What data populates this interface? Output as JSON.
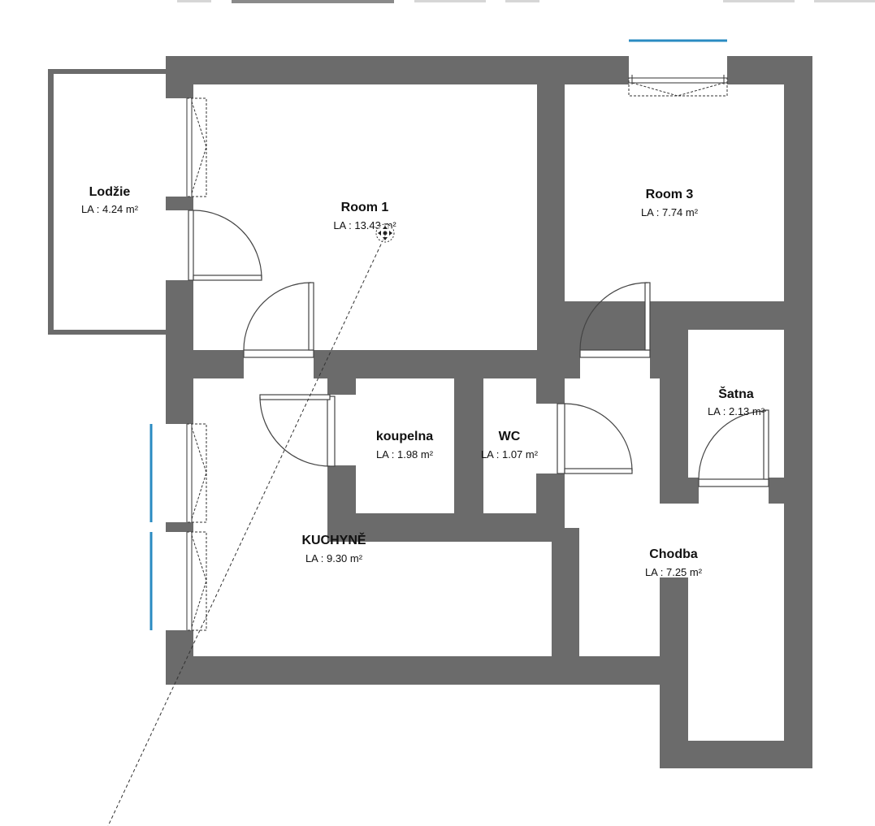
{
  "colors": {
    "wall": "#6b6b6b",
    "floor": "#ffffff",
    "accent": "#2a8bc2",
    "line": "#555555"
  },
  "rooms": [
    {
      "id": "lodzie",
      "name": "Lodžie",
      "area": "LA : 4.24 m²"
    },
    {
      "id": "room1",
      "name": "Room 1",
      "area": "LA : 13.43 m²"
    },
    {
      "id": "room3",
      "name": "Room 3",
      "area": "LA : 7.74 m²"
    },
    {
      "id": "satna",
      "name": "Šatna",
      "area": "LA : 2.13 m²"
    },
    {
      "id": "koupelna",
      "name": "koupelna",
      "area": "LA : 1.98 m²"
    },
    {
      "id": "wc",
      "name": "WC",
      "area": "LA : 1.07 m²"
    },
    {
      "id": "kuchyne",
      "name": "KUCHYNĚ",
      "area": "LA : 9.30 m²"
    },
    {
      "id": "chodba",
      "name": "Chodba",
      "area": "LA : 7.25 m²"
    }
  ],
  "icons": {
    "move_handle": "move-handle-icon"
  }
}
